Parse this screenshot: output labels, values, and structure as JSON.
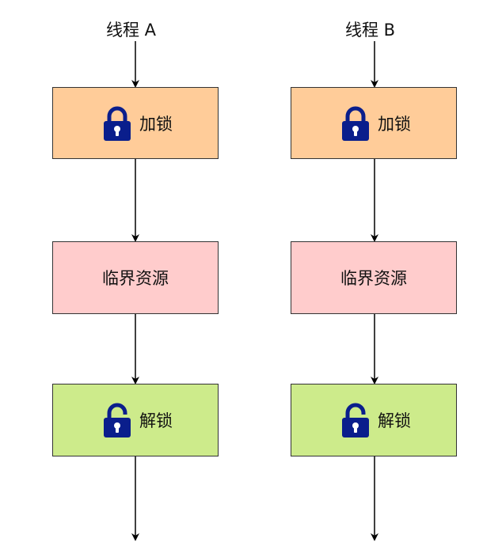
{
  "threads": [
    {
      "title": "线程 A",
      "steps": [
        {
          "label": "加锁",
          "icon": "locked-padlock-icon",
          "color": "#FFCC99"
        },
        {
          "label": "临界资源",
          "icon": "",
          "color": "#FFCCCC"
        },
        {
          "label": "解锁",
          "icon": "unlocked-padlock-icon",
          "color": "#CDEB8B"
        }
      ]
    },
    {
      "title": "线程 B",
      "steps": [
        {
          "label": "加锁",
          "icon": "locked-padlock-icon",
          "color": "#FFCC99"
        },
        {
          "label": "临界资源",
          "icon": "",
          "color": "#FFCCCC"
        },
        {
          "label": "解锁",
          "icon": "unlocked-padlock-icon",
          "color": "#CDEB8B"
        }
      ]
    }
  ],
  "colors": {
    "icon": "#0A1E8C",
    "stroke": "#333333"
  }
}
